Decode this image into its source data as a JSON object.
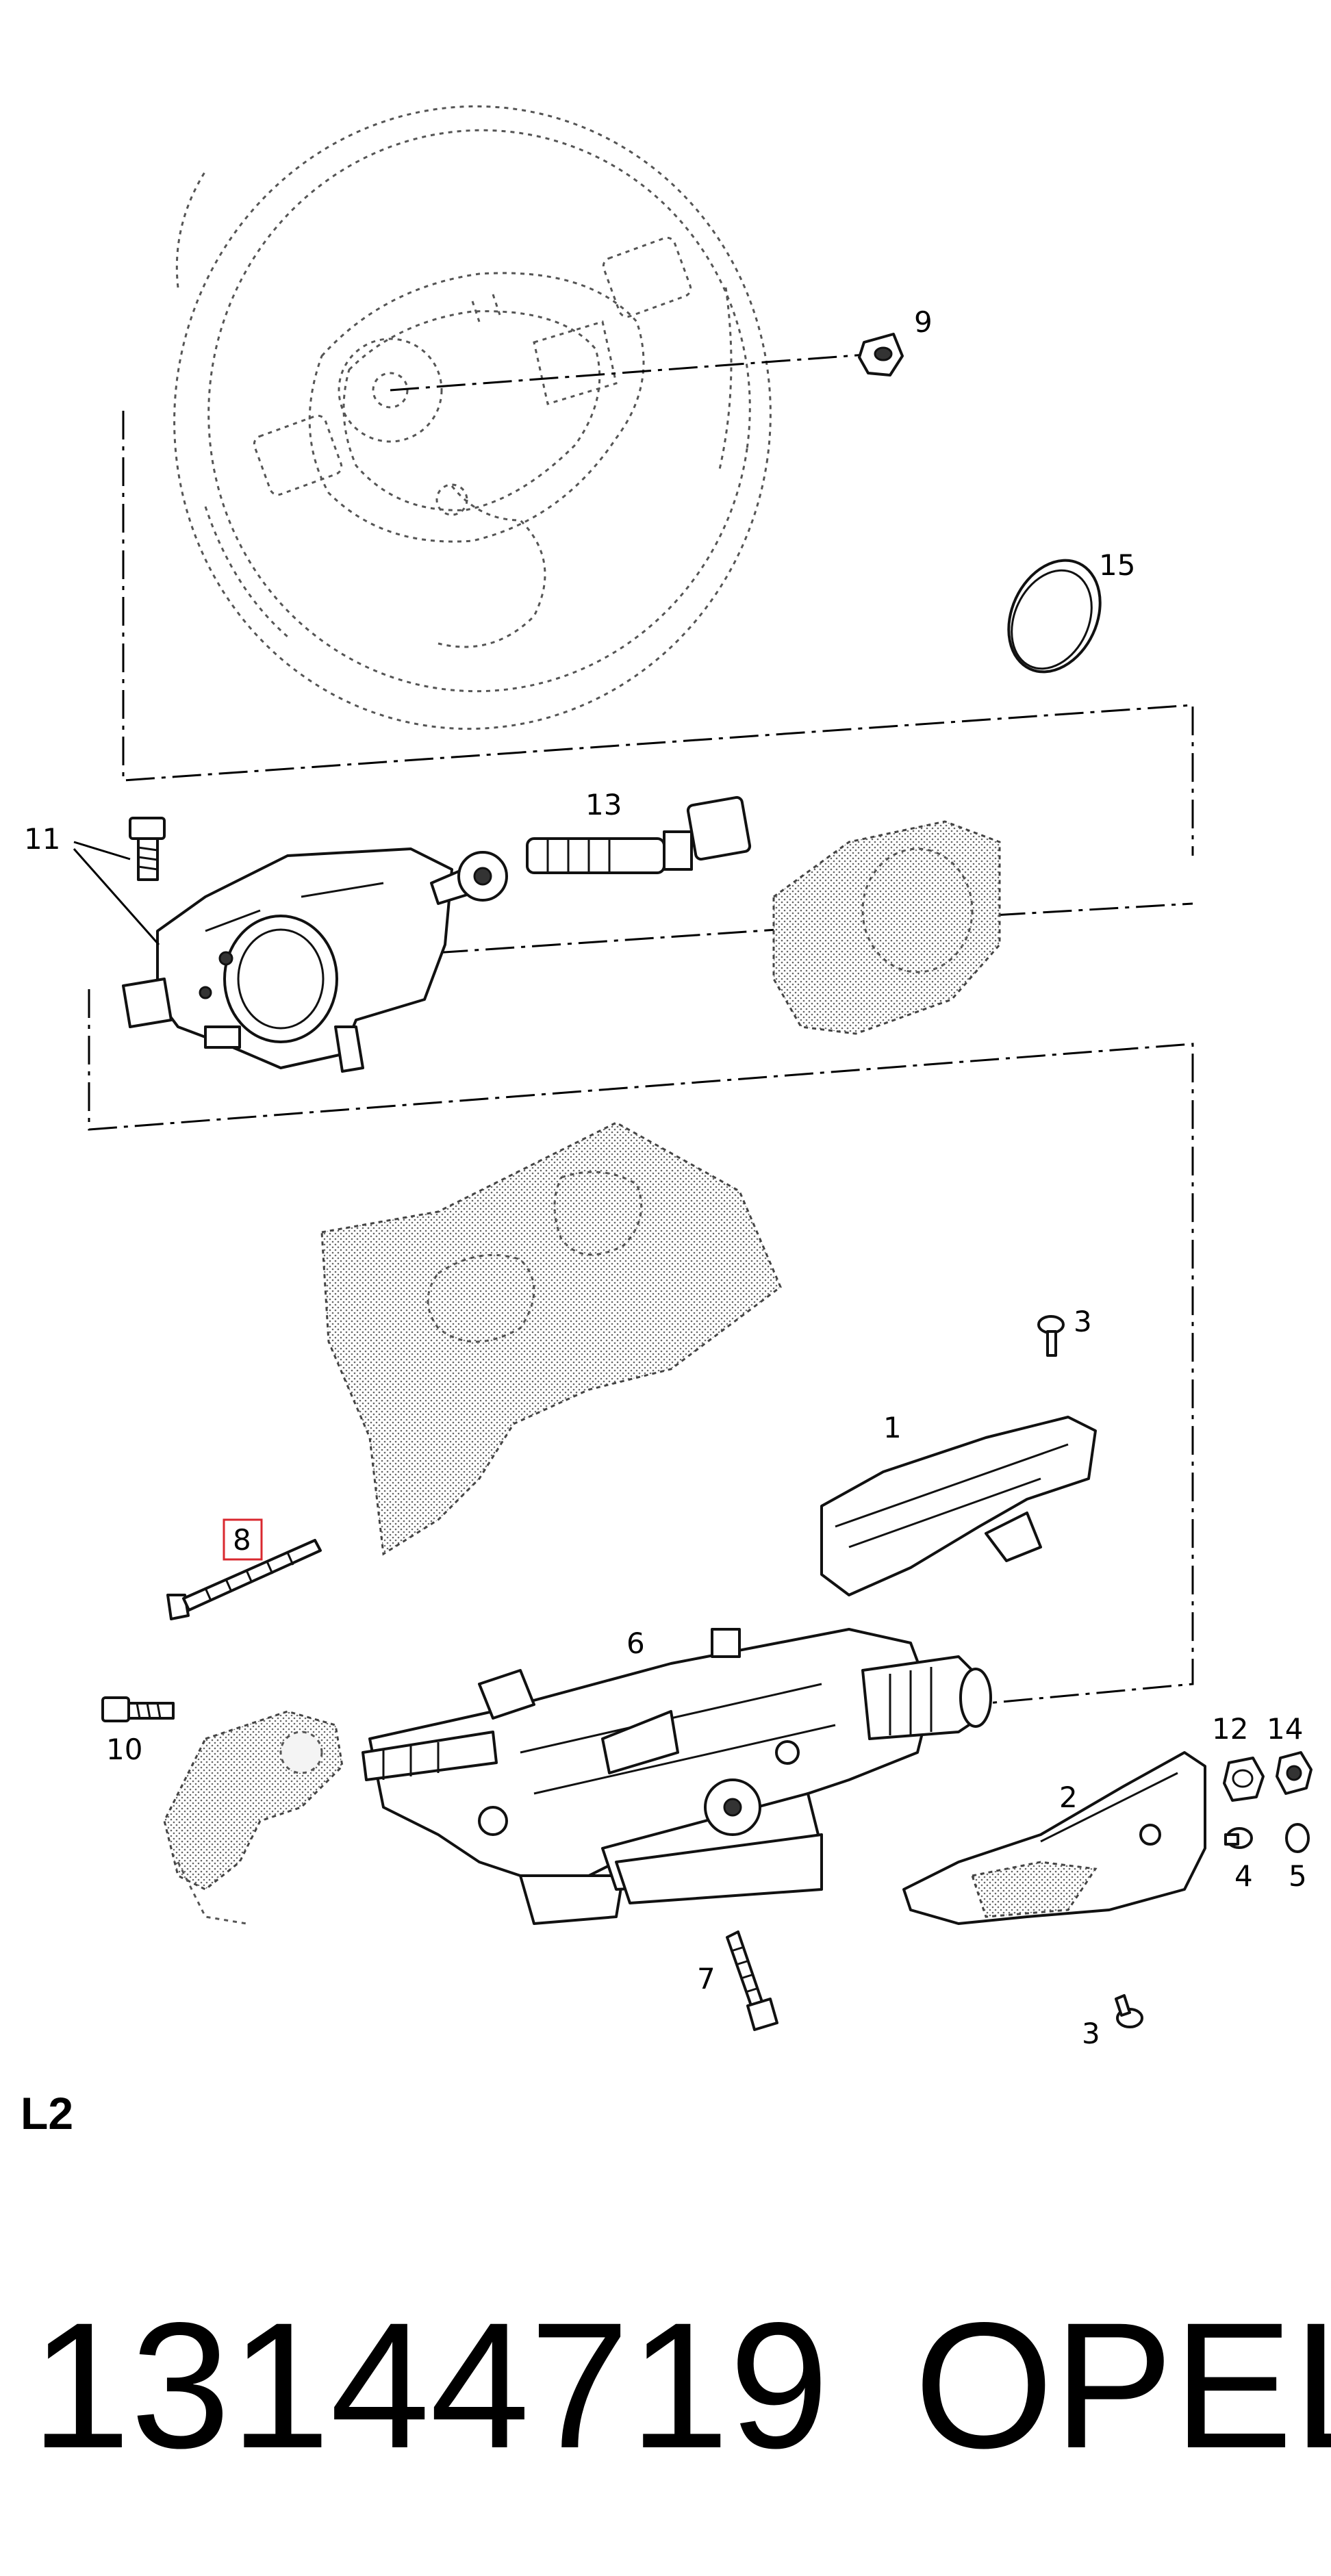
{
  "section_label": "L2",
  "part_number": "13144719",
  "brand": "OPEL",
  "highlighted_callout": "8",
  "callouts": {
    "c9": "9",
    "c15": "15",
    "c11": "11",
    "c13": "13",
    "c3a": "3",
    "c1": "1",
    "c8": "8",
    "c6": "6",
    "c10": "10",
    "c12": "12",
    "c14": "14",
    "c2": "2",
    "c4": "4",
    "c5": "5",
    "c7": "7",
    "c3b": "3"
  },
  "colors": {
    "line": "#000000",
    "highlight": "#d9282f",
    "background": "#ffffff"
  }
}
